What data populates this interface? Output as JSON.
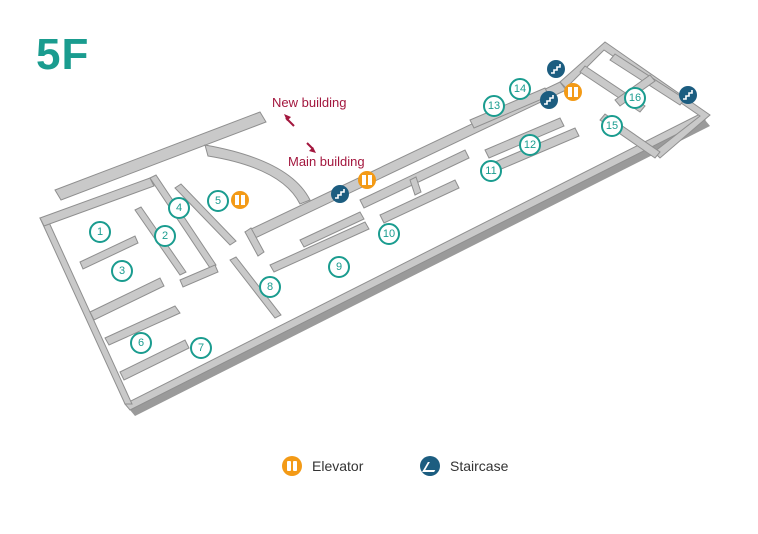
{
  "floor": {
    "label": "5F"
  },
  "directions": {
    "new_building": "New building",
    "main_building": "Main building"
  },
  "rooms": [
    "1",
    "2",
    "3",
    "4",
    "5",
    "6",
    "7",
    "8",
    "9",
    "10",
    "11",
    "12",
    "13",
    "14",
    "15",
    "16"
  ],
  "legend": {
    "elevator": "Elevator",
    "staircase": "Staircase"
  },
  "colors": {
    "accent": "#1a9c8f",
    "direction": "#a3173e",
    "elevator": "#f39a16",
    "staircase": "#1c5d80",
    "wall": "#c9c9c9"
  }
}
